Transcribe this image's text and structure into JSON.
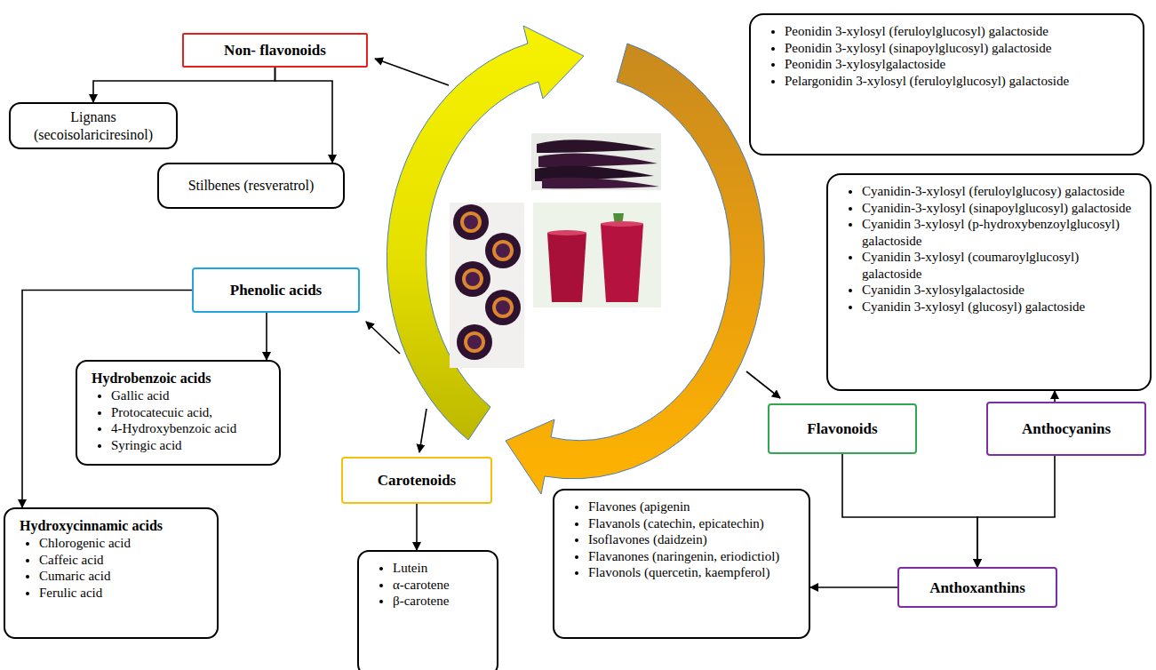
{
  "diagram": {
    "nodes": [
      {
        "text": [
          "Non- flavonoids"
        ]
      },
      {
        "text": [
          "Lignans (secoisolariciresinol)"
        ]
      },
      {
        "text": [
          "Stilbenes (resveratrol)"
        ]
      },
      {
        "text": [
          "Peonidin 3-xylosyl (feruloylglucosyl) galactoside",
          "Peonidin 3-xylosyl (sinapoylglucosyl) galactoside",
          "Peonidin 3-xylosylgalactoside",
          "Pelargonidin 3-xylosyl (feruloylglucosyl) galactoside"
        ]
      },
      {
        "text": [
          "Cyanidin-3-xylosyl (feruloylglucosy) galactoside",
          "Cyanidin-3-xylosyl (sinapoylglucosyl) galactoside",
          "Cyanidin 3-xylosyl (p-hydroxybenzoylglucosyl) galactoside",
          "Cyanidin 3-xylosyl (coumaroylglucosyl) galactoside",
          "Cyanidin 3-xylosylgalactoside",
          "Cyanidin 3-xylosyl (glucosyl) galactoside"
        ]
      },
      {
        "text": [
          "Phenolic acids"
        ]
      },
      {
        "text": [
          "Hydrobenzoic acids",
          "Gallic acid",
          "Protocatecuic acid,",
          "4-Hydroxybenzoic acid",
          "Syringic acid"
        ]
      },
      {
        "text": [
          "Hydroxycinnamic acids",
          "Chlorogenic acid",
          "Caffeic acid",
          "Cumaric acid",
          "Ferulic acid"
        ]
      },
      {
        "text": [
          "Carotenoids"
        ]
      },
      {
        "text": [
          "Lutein",
          "α-carotene",
          "β-carotene"
        ]
      },
      {
        "text": [
          "Flavonoids"
        ]
      },
      {
        "text": [
          "Anthocyanins"
        ]
      },
      {
        "text": [
          "Anthoxanthins"
        ]
      },
      {
        "text": [
          "Flavones (apigenin",
          "Flavanols (catechin, epicatechin)",
          "Isoflavones (daidzein)",
          "Flavanones (naringenin, eriodictiol)",
          "Flavonols (quercetin, kaempferol)"
        ]
      }
    ],
    "edges": [
      {
        "from": 0,
        "to": 1,
        "arrow": "to"
      },
      {
        "from": 0,
        "to": 2,
        "arrow": "to"
      },
      {
        "from": 5,
        "to": 6,
        "arrow": "to"
      },
      {
        "from": 5,
        "to": 7,
        "arrow": "to"
      },
      {
        "from": 8,
        "to": 9,
        "arrow": "to"
      },
      {
        "from": 11,
        "to": 4,
        "arrow": "to"
      },
      {
        "from": 10,
        "to": 12,
        "arrow": "to"
      },
      {
        "from": 11,
        "to": 12,
        "arrow": "to"
      },
      {
        "from": 12,
        "to": 13,
        "arrow": "to"
      }
    ]
  }
}
